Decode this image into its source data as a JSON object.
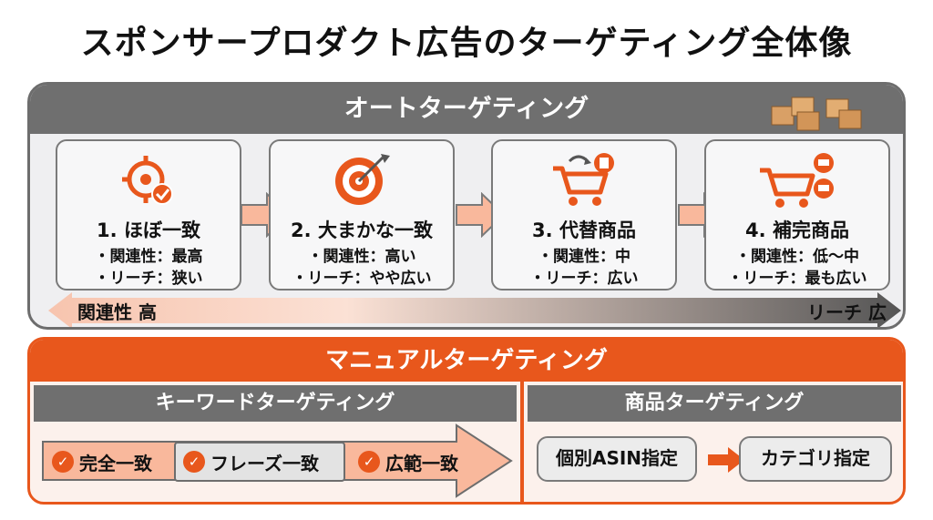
{
  "title": "スポンサープロダクト広告のターゲティング全体像",
  "auto": {
    "header": "オートターゲティング",
    "cards": [
      {
        "title": "1. ほぼ一致",
        "relevance": "・関連性：最高",
        "reach": "・リーチ：狭い",
        "icon": "target-check-icon"
      },
      {
        "title": "2. 大まかな一致",
        "relevance": "・関連性：高い",
        "reach": "・リーチ：やや広い",
        "icon": "dartboard-icon"
      },
      {
        "title": "3. 代替商品",
        "relevance": "・関連性：中",
        "reach": "・リーチ：広い",
        "icon": "cart-swap-icon"
      },
      {
        "title": "4. 補完商品",
        "relevance": "・関連性：低〜中",
        "reach": "・リーチ：最も広い",
        "icon": "cart-related-icon"
      }
    ],
    "scale_left": "関連性 高",
    "scale_right": "リーチ 広"
  },
  "manual": {
    "header": "マニュアルターゲティング",
    "keyword": {
      "header": "キーワードターゲティング",
      "items": [
        "完全一致",
        "フレーズ一致",
        "広範一致"
      ]
    },
    "product": {
      "header": "商品ターゲティング",
      "items": [
        "個別ASIN指定",
        "カテゴリ指定"
      ]
    }
  },
  "colors": {
    "accent": "#e8571c",
    "gray_header": "#6f6f6f",
    "arrow_fill": "#f9b89c"
  }
}
